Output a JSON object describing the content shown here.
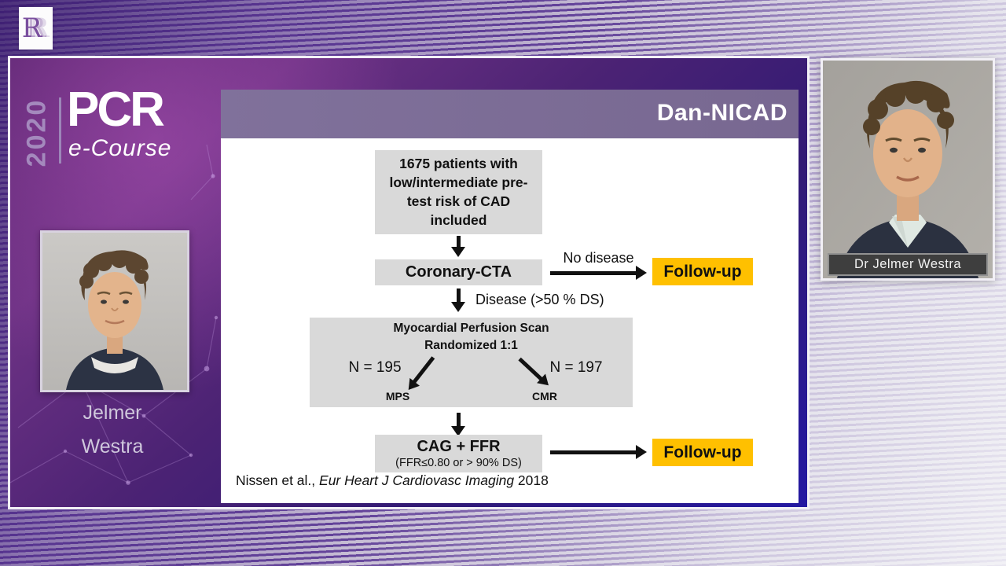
{
  "corner_logo": {
    "letter": "R"
  },
  "branding": {
    "year": "2020",
    "logo_main": "PCR",
    "logo_sub": "e-Course"
  },
  "speaker": {
    "first_name": "Jelmer",
    "last_name": "Westra"
  },
  "webcam": {
    "label": "Dr Jelmer Westra"
  },
  "slide": {
    "title": "Dan-NICAD",
    "flowchart": {
      "inclusion_lines": [
        "1675 patients with",
        "low/intermediate pre-",
        "test risk of CAD",
        "included"
      ],
      "box_cta": "Coronary-CTA",
      "label_no_disease": "No disease",
      "followup_1": "Follow-up",
      "label_disease": "Disease (>50 % DS)",
      "mps_title": "Myocardial Perfusion Scan",
      "mps_subtitle": "Randomized 1:1",
      "n_left": "N = 195",
      "n_right": "N = 197",
      "label_mps": "MPS",
      "label_cmr": "CMR",
      "cag_title": "CAG + FFR",
      "cag_subtitle": "(FFR≤0.80 or > 90% DS)",
      "followup_2": "Follow-up"
    },
    "citation": {
      "prefix": "Nissen et al., ",
      "journal": "Eur Heart J Cardiovasc Imaging",
      "year": " 2018"
    }
  },
  "colors": {
    "accent_orange": "#ffc000",
    "box_gray": "#d9d9d9",
    "header_mauve": "#7b6c95",
    "panel_purple": "#5a2570",
    "panel_indigo": "#2318a2",
    "label_dark": "#3e3e3e"
  }
}
